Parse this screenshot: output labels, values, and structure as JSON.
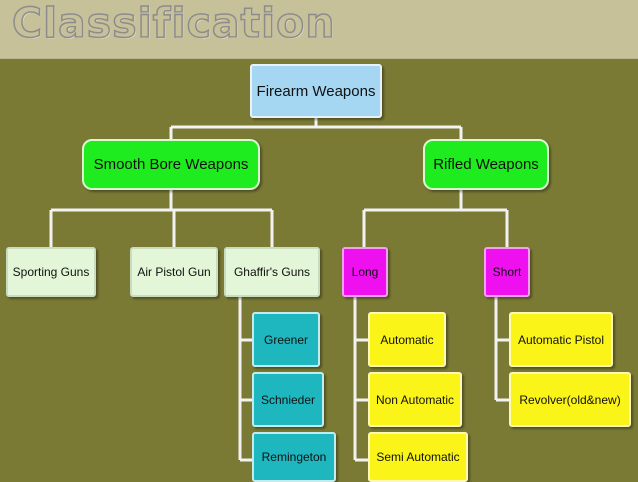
{
  "header": {
    "title": "Classification"
  },
  "diagram": {
    "root": "Firearm Weapons",
    "branches": {
      "smooth_bore": "Smooth Bore Weapons",
      "rifled": "Rifled Weapons"
    },
    "smooth_bore_children": {
      "sporting": "Sporting Guns",
      "air_pistol": "Air Pistol Gun",
      "ghaffirs": "Ghaffir's Guns"
    },
    "ghaffirs_children": [
      "Greener",
      "Schnieder",
      "Remingeton"
    ],
    "rifled_children": {
      "long": "Long",
      "short": "Short"
    },
    "long_children": [
      "Automatic",
      "Non Automatic",
      "Semi Automatic"
    ],
    "short_children": [
      "Automatic Pistol",
      "Revolver(old&new)"
    ]
  },
  "colors": {
    "background": "#7a7a35",
    "header": "#c7c19a",
    "root_box": "#a5d6f2",
    "branch_box": "#1fec1f",
    "pale_box": "#e3f6d8",
    "magenta_box": "#ee10ee",
    "teal_box": "#1eb7bf",
    "yellow_box": "#fbf419",
    "connector": "#f2f2f2"
  }
}
